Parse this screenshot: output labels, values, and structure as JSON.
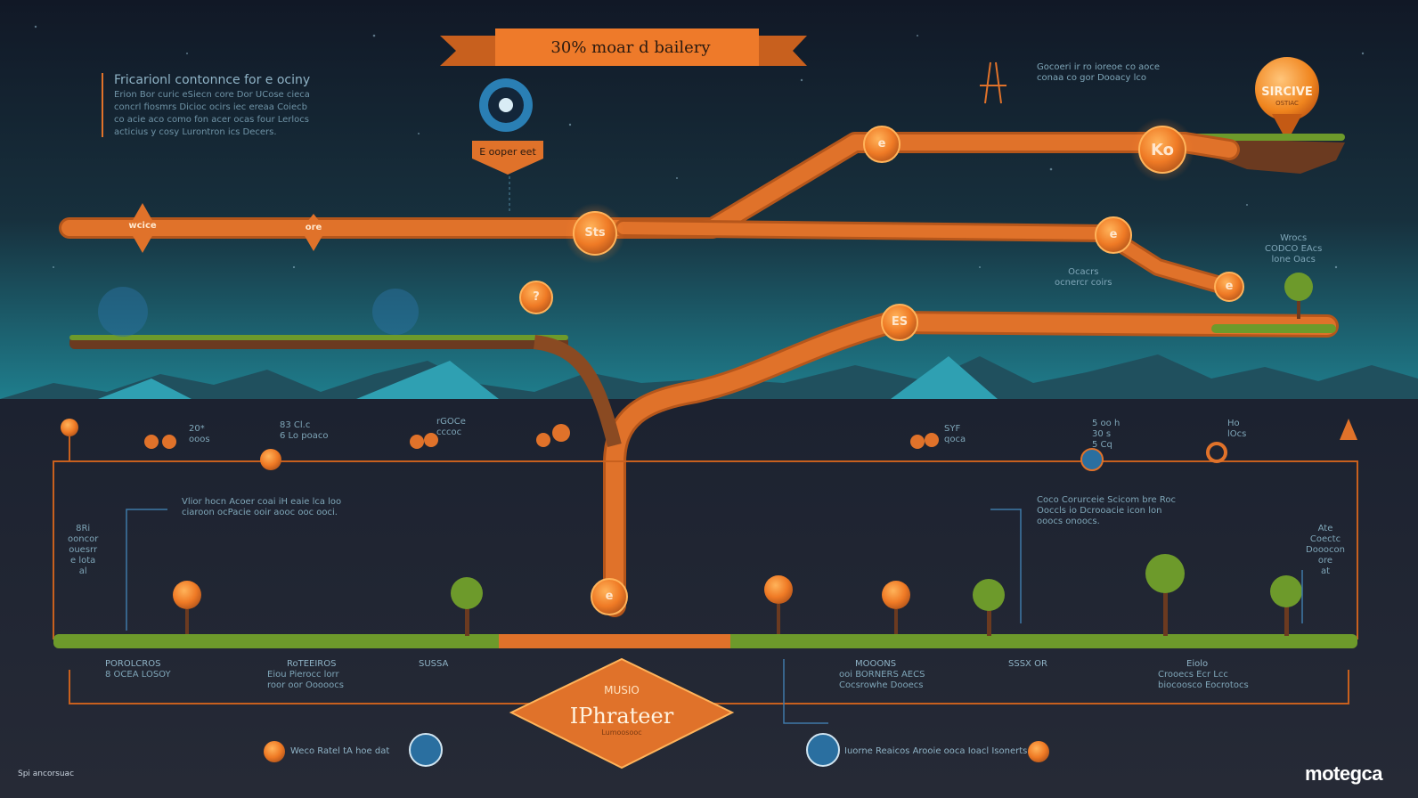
{
  "banner": {
    "label": "30% moar d bailery"
  },
  "intro": {
    "title": "Fricarionl contonnce for e ociny",
    "body": "Erion Bor curic eSiecn core Dor UCose cieca\nconcrl fiosmrs Dicioc ocirs iec ereaa Coiecb\nco acie aco como fon acer ocas four Lerlocs\nacticius y cosy Lurontron ics Decers."
  },
  "header_badge": {
    "label": "E ooper eet"
  },
  "top_right_note": "Gocoeri ir ro ioreoe co aoce\nconaa co gor Dooacy lco",
  "balloon": {
    "label": "SIRCIVE",
    "sub": "OSTIAC"
  },
  "nodes": {
    "main_left": "wcice",
    "main_b": "ore",
    "main_hub": "Sts",
    "upper_a": "e",
    "upper_b": "Ko",
    "mid_right": "e",
    "lower_mid": "ES",
    "right_end": "e",
    "question": "?",
    "trunk_node": "e"
  },
  "side_notes": {
    "right_upper": "Wrocs\nCODCO EAcs\nlone Oacs",
    "mid_right": "Ocacrs\nocnercr coirs"
  },
  "timeline_labels": [
    {
      "text": "20*\nooos"
    },
    {
      "text": "83 Cl.c\n6 Lo poaco"
    },
    {
      "text": "rGOCe\ncccoc"
    },
    {
      "text": "SYF\nqoca"
    },
    {
      "text": "5 oo h\n30 s\n5 Cq"
    },
    {
      "text": "Ho\nlOcs"
    }
  ],
  "annotations": {
    "center_left": "Vlior hocn Acoer coai iH eaie lca loo\nciaroon ocPacie ooir aooc ooc ooci.",
    "center_right": "Coco Corurceie Scicom bre Roc\nOoccls io Dcrooacie icon lon\nooocs onoocs.",
    "left_stack": "8Ri\nooncor\nouesrr\ne lota\nal",
    "right_stack": "Ate\nCoectc\nDooocon\nore\nat"
  },
  "bottom_labels": [
    {
      "title": "POROLCROS",
      "sub": "8 OCEA LOSOY"
    },
    {
      "title": "RoTEEIROS",
      "sub": "Eiou Pierocc lorr\nroor oor Ooooocs"
    },
    {
      "title": "SUSSA"
    },
    {
      "title": "MOOONS",
      "sub": "ooi BORNERS AECS\nCocsrowhe Dooecs"
    },
    {
      "title": "SSSX OR"
    },
    {
      "title": "Eiolo",
      "sub": "Crooecs Ecr Lcc\nbiocoosco Eocrotocs"
    }
  ],
  "center_hub": {
    "kicker": "MUSIO",
    "title": "IPhrateer",
    "sub": "Lumoosooc"
  },
  "footer": {
    "left_text": "Weco Ratel tA hoe dat",
    "right_text": "Iuorne Reaicos Arooie ooca Ioacl Isonerts"
  },
  "credit": "Spi ancorsuac",
  "brand": "motegca",
  "colors": {
    "sky_top": "#121a26",
    "sky_mid": "#1a3540",
    "horizon": "#1d8a99",
    "ground": "#1a1e28",
    "path": "#e0722a",
    "path_dark": "#b5561b",
    "grass": "#6d9a2b",
    "node": "#ef7a25",
    "node_rim": "#ffb35a",
    "text_blue": "#7fa6b8"
  }
}
